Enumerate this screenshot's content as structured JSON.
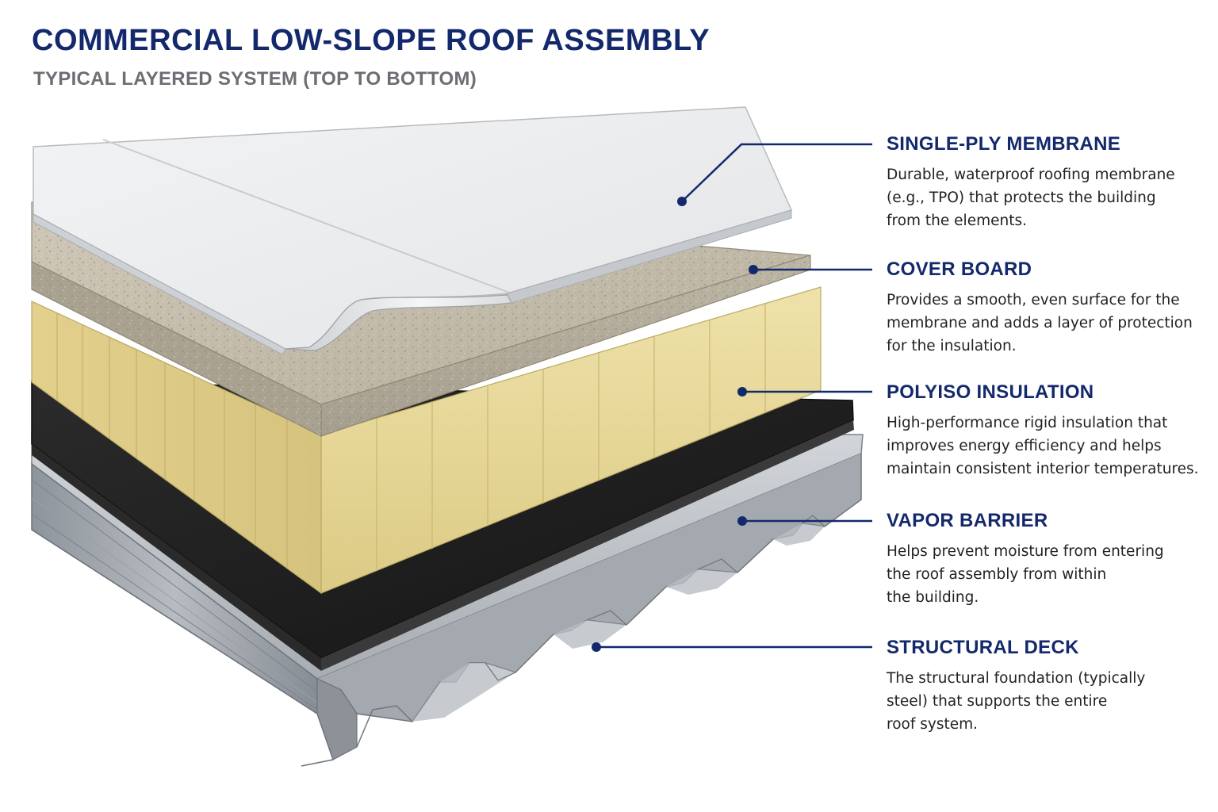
{
  "title": "COMMERCIAL LOW-SLOPE ROOF ASSEMBLY",
  "subtitle": "TYPICAL LAYERED SYSTEM (TOP TO BOTTOM)",
  "colors": {
    "title": "#13296b",
    "subtitle": "#6b6e73",
    "leader_line": "#13296b",
    "membrane": "#eeeff0",
    "cover_board": "#bdb5a4",
    "insulation": "#e8d9a0",
    "vapor_barrier": "#1e1e1e",
    "steel_deck": "#a9aeb4"
  },
  "layers": [
    {
      "id": "membrane",
      "title": "SINGLE-PLY MEMBRANE",
      "description": "Durable, waterproof roofing membrane\n(e.g., TPO) that protects the building\nfrom the elements."
    },
    {
      "id": "cover-board",
      "title": "COVER BOARD",
      "description": "Provides a smooth, even surface for the\nmembrane and adds a layer of protection\nfor the insulation."
    },
    {
      "id": "insulation",
      "title": "POLYISO INSULATION",
      "description": "High-performance rigid insulation that\nimproves energy efficiency and helps\nmaintain consistent interior temperatures."
    },
    {
      "id": "vapor-barrier",
      "title": "VAPOR BARRIER",
      "description": "Helps prevent moisture from entering\nthe roof assembly from within\nthe building."
    },
    {
      "id": "deck",
      "title": "STRUCTURAL DECK",
      "description": "The structural foundation (typically\nsteel) that supports the entire\nroof system."
    }
  ]
}
